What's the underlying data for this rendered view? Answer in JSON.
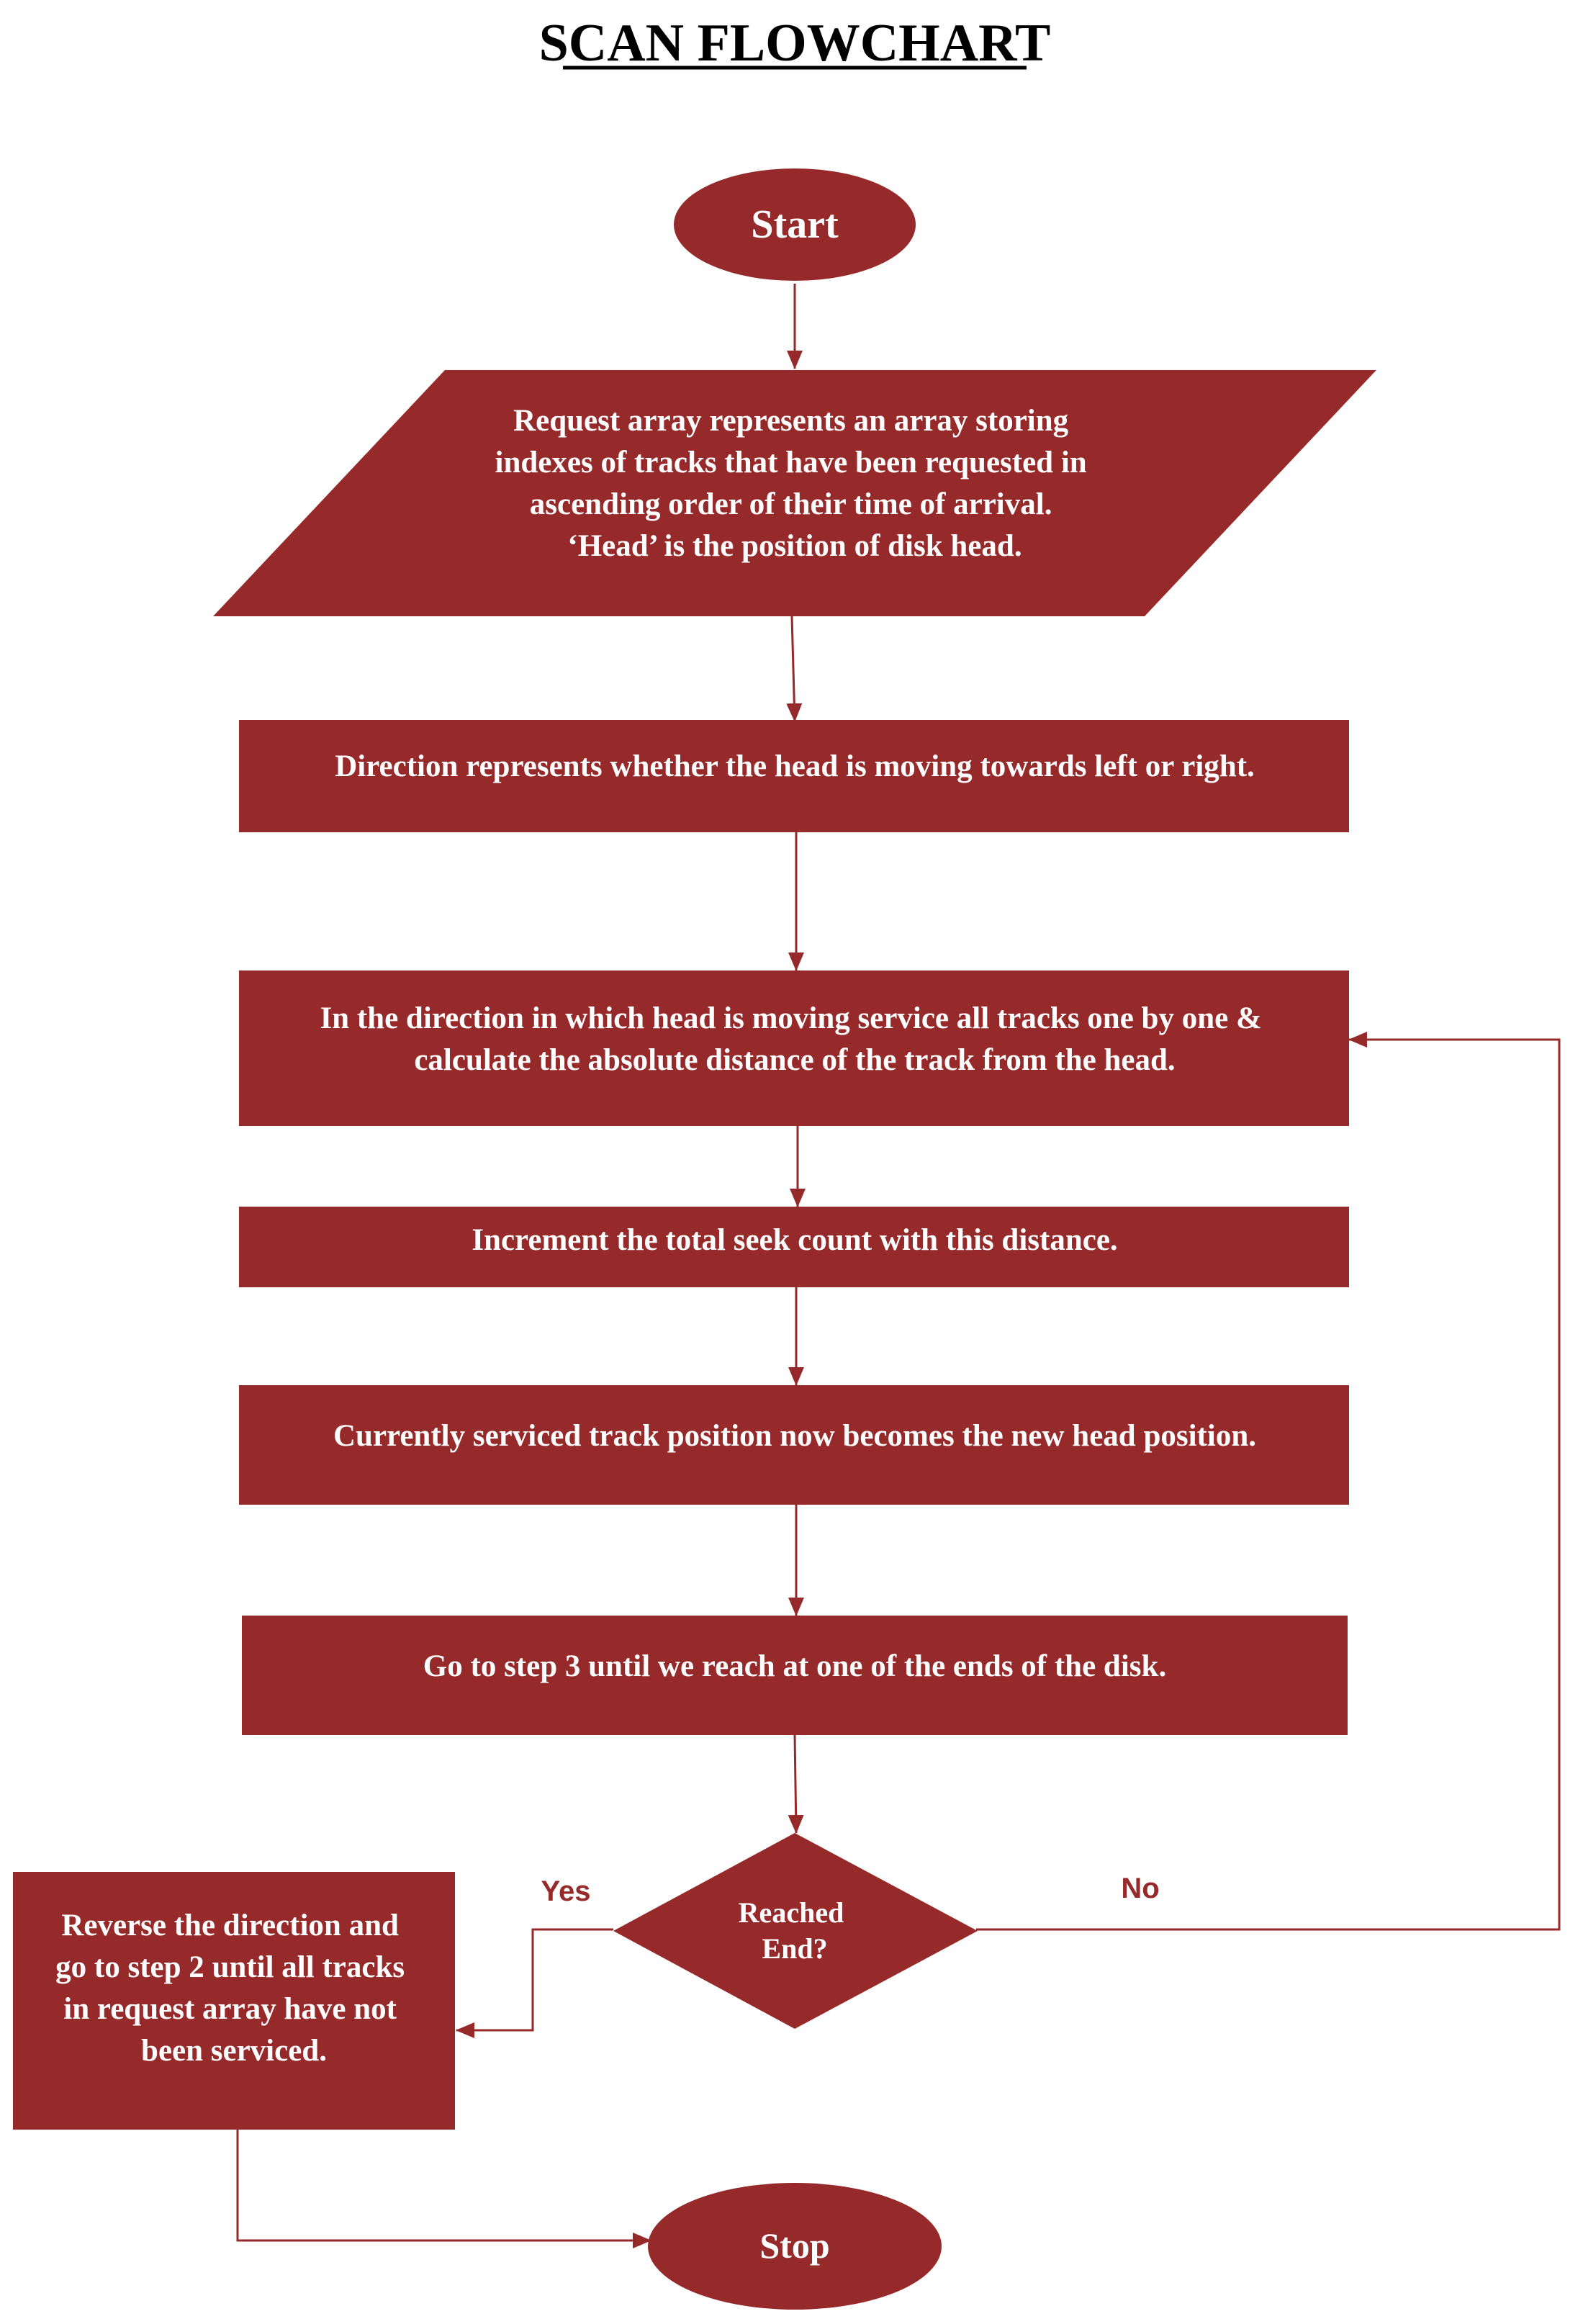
{
  "title": "SCAN FLOWCHART",
  "colors": {
    "shape_fill": "#962a2b",
    "text": "#ffffff",
    "title": "#000000",
    "label": "#962a2b"
  },
  "nodes": {
    "start": "Start",
    "input": [
      "Request array represents an array storing",
      "indexes of tracks that have been requested in",
      "ascending order of their time of arrival.",
      "‘Head’ is the position of disk head."
    ],
    "direction": "Direction represents whether the head is moving towards left or right.",
    "service": [
      "In the direction in which head is moving service all tracks one by one &",
      "calculate the absolute distance of the track from the head."
    ],
    "increment": "Increment the total seek count with this distance.",
    "update_head": "Currently serviced track position now becomes the new head position.",
    "goto": "Go to step 3 until we reach at one of the ends of the disk.",
    "decision": [
      "Reached",
      "End?"
    ],
    "reverse": [
      "Reverse the direction and",
      "go to step 2 until all tracks",
      "in request array have not",
      "been serviced."
    ],
    "stop": "Stop"
  },
  "edge_labels": {
    "yes": "Yes",
    "no": "No"
  }
}
